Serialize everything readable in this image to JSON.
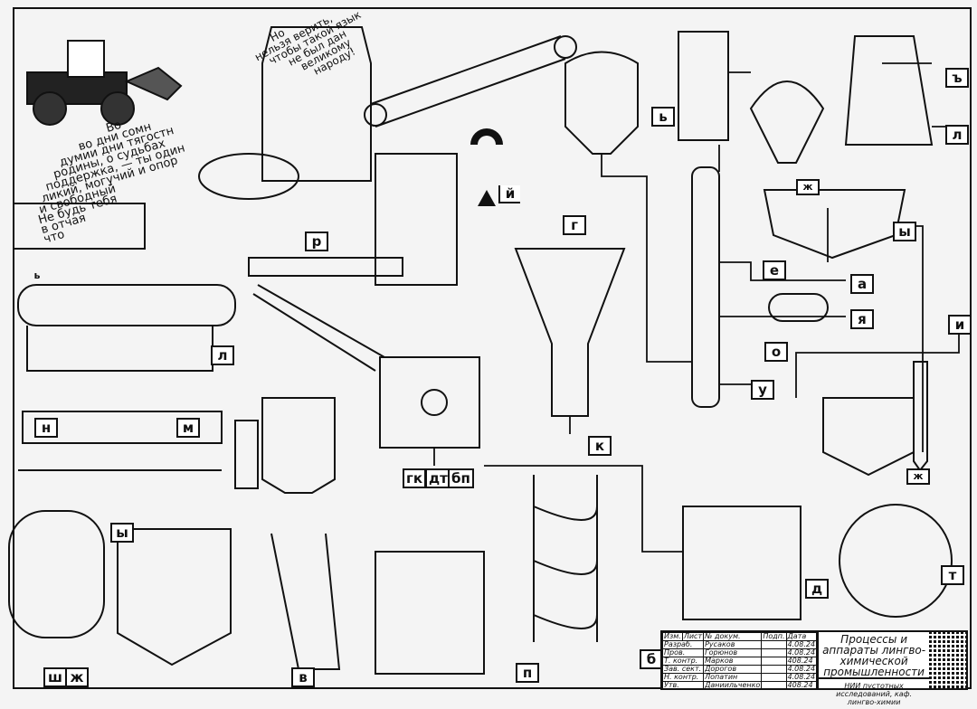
{
  "labels": {
    "top_left_soft_sign": "ь",
    "tower_hard_sign": "ъ",
    "tower_l": "л",
    "settler_zh": "ж",
    "settler_y": "ы",
    "column_e": "е",
    "column_a": "а",
    "column_ya": "я",
    "column_o": "о",
    "column_u": "у",
    "cyclone_i": "и",
    "dryer_zh": "ж",
    "drum_t": "т",
    "drum_d": "д",
    "spiral_b": "б",
    "spiral_p": "п",
    "classifier_v": "в",
    "vessel_sh": "ш",
    "vessel_zh": "ж",
    "reactor_y": "ы",
    "kiln_n": "н",
    "kiln_m": "м",
    "filter_l": "л",
    "filter_soft_sign": "ь",
    "cone_g": "г",
    "cone_k": "к",
    "out_gk": "гк",
    "out_dt": "дт",
    "out_bp": "бп",
    "crusher_r": "р",
    "magnet_y": "й"
  },
  "poem_turgenev": [
    "Во",
    "во дни сомн",
    "думии дни тягостн",
    "родины, о судьбах",
    "поддержка, — ты один",
    "ликий, могучий и опор",
    "и свободный",
    "Не будь тебя",
    "в отчая",
    "что"
  ],
  "poem_hopper": [
    "Но",
    "нельзя верить,",
    "чтобы такой язык",
    "не был дан",
    "великому",
    "народу!"
  ],
  "title_block": {
    "headers": [
      "Изм.",
      "Лист",
      "№ докум.",
      "Подп.",
      "Дата"
    ],
    "rows": [
      {
        "role": "Разраб.",
        "name": "Русаков",
        "date": "4.08.24"
      },
      {
        "role": "Пров.",
        "name": "Горюнов",
        "date": "4.08.24"
      },
      {
        "role": "Т. контр.",
        "name": "Марков",
        "date": "408.24"
      },
      {
        "role": "Зав. сект.",
        "name": "Дорогов",
        "date": "4.08.24"
      },
      {
        "role": "Н. контр.",
        "name": "Лопатин",
        "date": "4.08.24"
      },
      {
        "role": "Утв.",
        "name": "Даниильченко",
        "date": "408.24"
      }
    ],
    "title": "Процессы и аппараты лингво-химической промышленности",
    "organization": "НИИ пустотных исследований, каф. лингво-химии"
  }
}
